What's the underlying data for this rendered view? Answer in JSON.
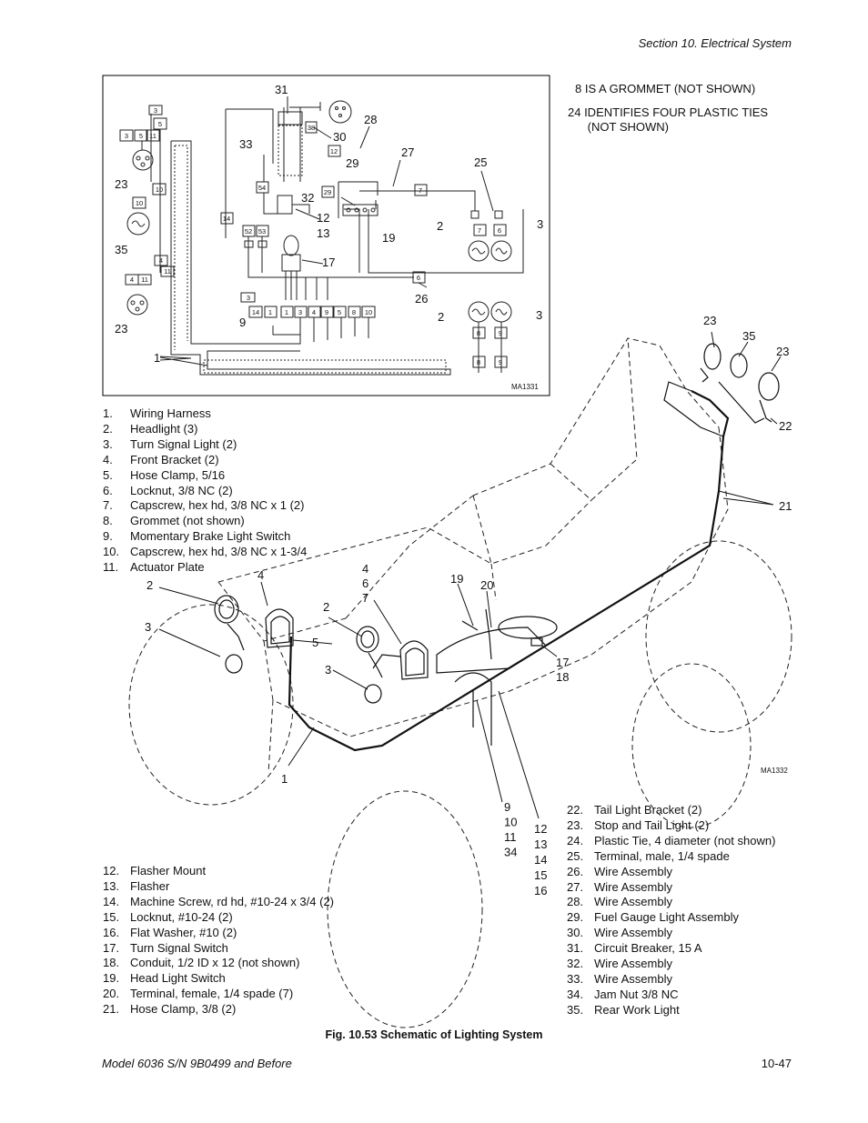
{
  "header": {
    "section": "Section 10.   Electrical System"
  },
  "notes": [
    "8 IS A GROMMET (NOT SHOWN)",
    "24 IDENTIFIES FOUR PLASTIC TIES\n      (NOT SHOWN)"
  ],
  "schematic_id": "MA1331",
  "vehicle_id": "MA1332",
  "legend_a": [
    {
      "n": "1.",
      "t": "Wiring Harness"
    },
    {
      "n": "2.",
      "t": "Headlight (3)"
    },
    {
      "n": "3.",
      "t": "Turn Signal Light (2)"
    },
    {
      "n": "4.",
      "t": "Front Bracket (2)"
    },
    {
      "n": "5.",
      "t": "Hose Clamp, 5/16"
    },
    {
      "n": "6.",
      "t": "Locknut, 3/8 NC (2)"
    },
    {
      "n": "7.",
      "t": "Capscrew, hex hd, 3/8 NC x 1 (2)"
    },
    {
      "n": "8.",
      "t": "Grommet (not shown)"
    },
    {
      "n": "9.",
      "t": "Momentary Brake Light Switch"
    },
    {
      "n": "10.",
      "t": "Capscrew, hex hd, 3/8 NC x 1-3/4"
    },
    {
      "n": "11.",
      "t": "Actuator Plate"
    }
  ],
  "legend_b": [
    {
      "n": "12.",
      "t": "Flasher Mount"
    },
    {
      "n": "13.",
      "t": "Flasher"
    },
    {
      "n": "14.",
      "t": "Machine Screw, rd hd, #10-24 x 3/4 (2)"
    },
    {
      "n": "15.",
      "t": "Locknut, #10-24 (2)"
    },
    {
      "n": "16.",
      "t": "Flat Washer, #10 (2)"
    },
    {
      "n": "17.",
      "t": "Turn Signal Switch"
    },
    {
      "n": "18.",
      "t": "Conduit, 1/2 ID x 12 (not shown)"
    },
    {
      "n": "19.",
      "t": "Head Light Switch"
    },
    {
      "n": "20.",
      "t": "Terminal, female, 1/4 spade (7)"
    },
    {
      "n": "21.",
      "t": "Hose Clamp, 3/8 (2)"
    }
  ],
  "legend_c": [
    {
      "n": "22.",
      "t": "Tail Light Bracket (2)"
    },
    {
      "n": "23.",
      "t": "Stop and Tail Light (2)"
    },
    {
      "n": "24.",
      "t": "Plastic Tie, 4 diameter (not shown)"
    },
    {
      "n": "25.",
      "t": "Terminal, male, 1/4 spade"
    },
    {
      "n": "26.",
      "t": "Wire Assembly"
    },
    {
      "n": "27.",
      "t": "Wire Assembly"
    },
    {
      "n": "28.",
      "t": "Wire Assembly"
    },
    {
      "n": "29.",
      "t": "Fuel Gauge Light Assembly"
    },
    {
      "n": "30.",
      "t": "Wire Assembly"
    },
    {
      "n": "31.",
      "t": "Circuit Breaker, 15 A"
    },
    {
      "n": "32.",
      "t": "Wire Assembly"
    },
    {
      "n": "33.",
      "t": "Wire Assembly"
    },
    {
      "n": "34.",
      "t": "Jam Nut 3/8 NC"
    },
    {
      "n": "35.",
      "t": "Rear Work Light"
    }
  ],
  "callouts": {
    "c31": "31",
    "c30": "30",
    "c28": "28",
    "c33": "33",
    "c29": "29",
    "c27": "27",
    "c25": "25",
    "c23a": "23",
    "c35a": "35",
    "c32": "32",
    "c12": "12",
    "c13": "13",
    "c2a": "2",
    "c3a": "3",
    "c19a": "19",
    "c17a": "17",
    "c26": "26",
    "c23b": "23",
    "c9a": "9",
    "c2b": "2",
    "c3b": "3",
    "c1a": "1",
    "v23a": "23",
    "v35": "35",
    "v23b": "23",
    "v22": "22",
    "v21": "21",
    "v2a": "2",
    "v4a": "4",
    "v467": "4\n6\n7",
    "v19": "19",
    "v20": "20",
    "v3a": "3",
    "v2b": "2",
    "v5": "5",
    "v3b": "3",
    "v17": "17\n18",
    "v1": "1",
    "v9": "9\n10\n11\n34",
    "v12": "12\n13\n14\n15\n16"
  },
  "boxes": {
    "b3a": "3",
    "b5a": "5",
    "b3b": "3",
    "b5b": "5",
    "b11a": "11",
    "b10a": "10",
    "b10b": "10",
    "b4a": "4",
    "b11b": "11",
    "b4b": "4",
    "b11c": "11",
    "b38": "38",
    "b12": "12",
    "b54": "54",
    "b29": "29",
    "b14": "14",
    "b52": "52",
    "b53": "53",
    "b7a": "7",
    "b7b": "7",
    "b6a": "6",
    "b6b": "6",
    "b3c": "3",
    "b14b": "14",
    "b1": "1",
    "r1": "1",
    "r3": "3",
    "r4": "4",
    "r9": "9",
    "r5": "5",
    "r8": "8",
    "r10": "10",
    "b8a": "8",
    "b9a": "9",
    "b8b": "8",
    "b9b": "9"
  },
  "caption": "Fig. 10.53 Schematic of Lighting System",
  "footer": {
    "model": "Model 6036 S/N 9B0499 and Before",
    "page": "10-47"
  }
}
